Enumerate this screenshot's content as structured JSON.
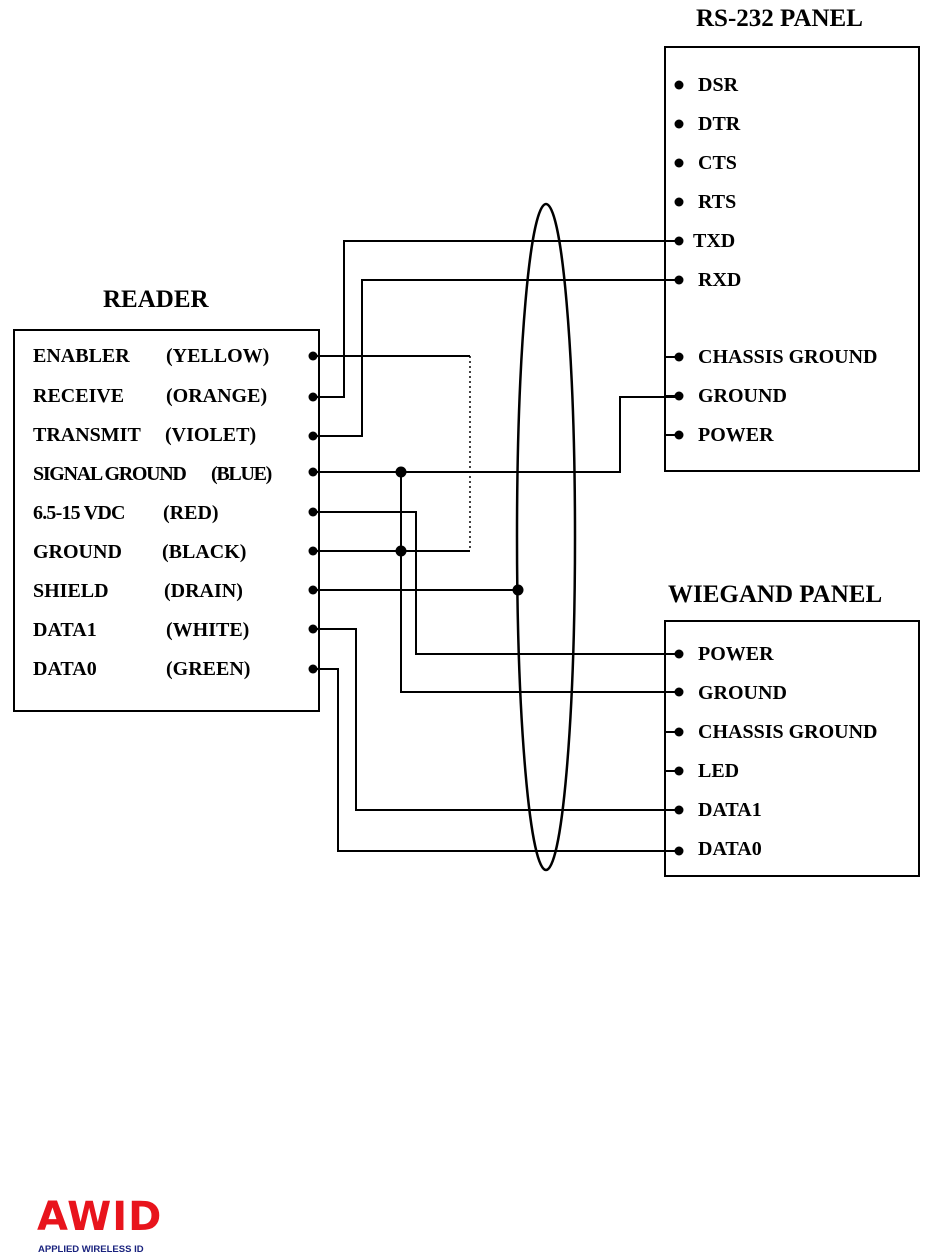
{
  "rs232": {
    "title": "RS-232 PANEL",
    "pins": [
      "DSR",
      "DTR",
      "CTS",
      "RTS",
      "TXD",
      "RXD",
      "CHASSIS GROUND",
      "GROUND",
      "POWER"
    ]
  },
  "reader": {
    "title": "READER",
    "rows": [
      {
        "name": "ENABLER",
        "color": "(YELLOW)"
      },
      {
        "name": "RECEIVE",
        "color": "(ORANGE)"
      },
      {
        "name": "TRANSMIT",
        "color": "(VIOLET)"
      },
      {
        "name": "SIGNAL GROUND",
        "color": "(BLUE)"
      },
      {
        "name": "6.5-15 VDC",
        "color": "(RED)"
      },
      {
        "name": "GROUND",
        "color": "(BLACK)"
      },
      {
        "name": "SHIELD",
        "color": "(DRAIN)"
      },
      {
        "name": "DATA1",
        "color": "(WHITE)"
      },
      {
        "name": "DATA0",
        "color": "(GREEN)"
      }
    ]
  },
  "wiegand": {
    "title": "WIEGAND PANEL",
    "pins": [
      "POWER",
      "GROUND",
      "CHASSIS GROUND",
      "LED",
      "DATA1",
      "DATA0"
    ]
  },
  "logo": {
    "wordmark": "AWID",
    "subtitle": "APPLIED WIRELESS ID",
    "color_primary": "#e8141c",
    "color_secondary": "#1a237e"
  }
}
